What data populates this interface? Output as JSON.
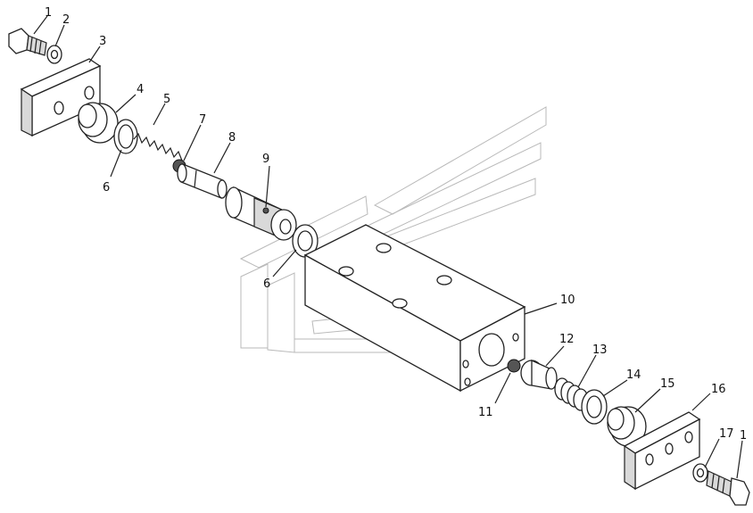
{
  "diagram": {
    "callouts": [
      {
        "id": "c1a",
        "text": "1"
      },
      {
        "id": "c2",
        "text": "2"
      },
      {
        "id": "c3",
        "text": "3"
      },
      {
        "id": "c4",
        "text": "4"
      },
      {
        "id": "c5",
        "text": "5"
      },
      {
        "id": "c6a",
        "text": "6"
      },
      {
        "id": "c7",
        "text": "7"
      },
      {
        "id": "c8",
        "text": "8"
      },
      {
        "id": "c9",
        "text": "9"
      },
      {
        "id": "c6b",
        "text": "6"
      },
      {
        "id": "c10",
        "text": "10"
      },
      {
        "id": "c11",
        "text": "11"
      },
      {
        "id": "c12",
        "text": "12"
      },
      {
        "id": "c13",
        "text": "13"
      },
      {
        "id": "c14",
        "text": "14"
      },
      {
        "id": "c15",
        "text": "15"
      },
      {
        "id": "c16",
        "text": "16"
      },
      {
        "id": "c17",
        "text": "17"
      },
      {
        "id": "c1b",
        "text": "1"
      }
    ]
  },
  "colors": {
    "line": "#222222",
    "watermark": "#b9b9b9",
    "background": "#ffffff"
  }
}
